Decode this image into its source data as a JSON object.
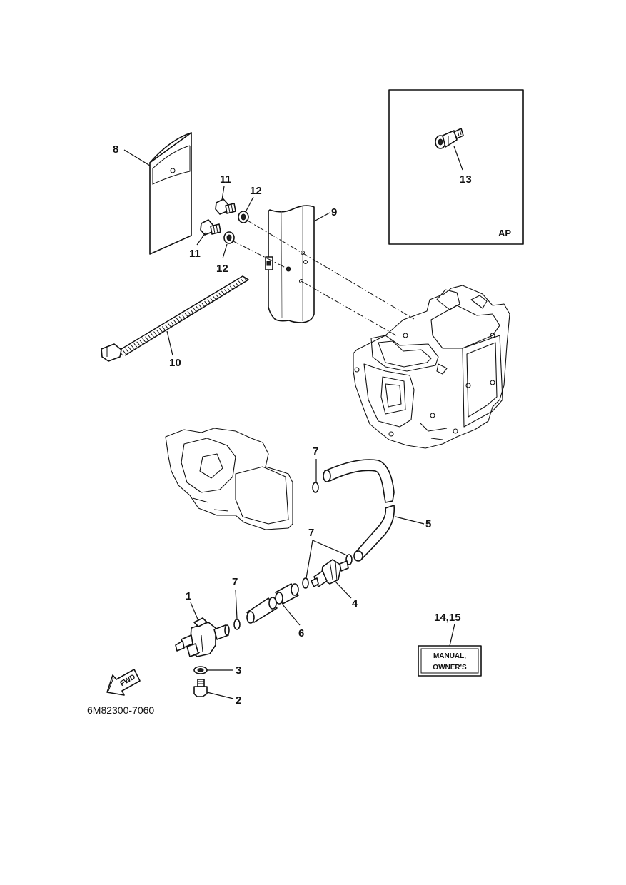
{
  "callouts": {
    "c1": "1",
    "c2": "2",
    "c3": "3",
    "c4": "4",
    "c5": "5",
    "c6": "6",
    "c7a": "7",
    "c7b": "7",
    "c7c": "7",
    "c8": "8",
    "c9": "9",
    "c10": "10",
    "c11a": "11",
    "c11b": "11",
    "c12a": "12",
    "c12b": "12",
    "c13": "13",
    "c1415": "14,15"
  },
  "inset": {
    "tag": "AP"
  },
  "manual_label": {
    "line1": "MANUAL,",
    "line2": "OWNER'S"
  },
  "fwd_label": "FWD",
  "diagram_code": "6M82300-7060"
}
